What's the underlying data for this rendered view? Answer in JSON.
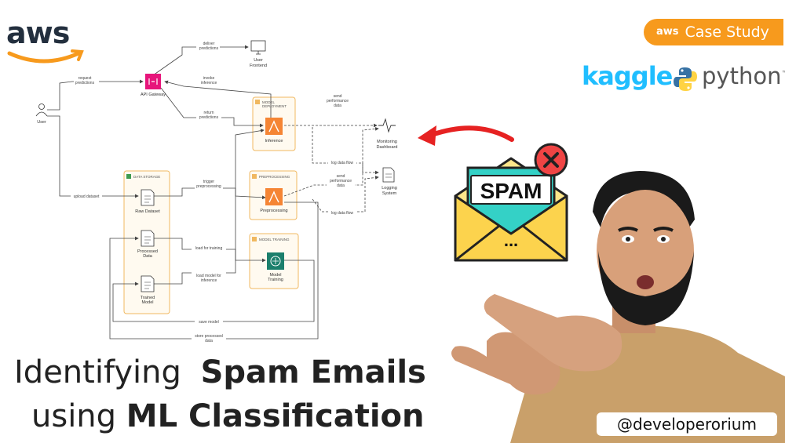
{
  "brand": {
    "aws_logo_text": "aws"
  },
  "badge": {
    "aws_text": "aws",
    "label": "Case Study",
    "color": "#f79a1d"
  },
  "tools": {
    "kaggle": "kaggle",
    "python": "python",
    "python_tm": "™"
  },
  "headline": {
    "line1_thin": "Identifying",
    "line1_bold": "Spam Emails",
    "line2_thin": "using",
    "line2_bold": "ML Classification"
  },
  "handle": "@developerorium",
  "illustration": {
    "spam_text": "SPAM",
    "dots": "..."
  },
  "diagram": {
    "nodes": {
      "user": "User",
      "user_frontend_1": "User",
      "user_frontend_2": "Frontend",
      "api_gateway": "API Gateway",
      "monitoring_1": "Monitoring",
      "monitoring_2": "Dashboard",
      "logging_1": "Logging",
      "logging_2": "System",
      "inference": "Inference",
      "preprocessing": "Preprocessing",
      "model_training_1": "Model",
      "model_training_2": "Training",
      "raw_dataset": "Raw Dataset",
      "processed_data_1": "Processed",
      "processed_data_2": "Data",
      "trained_model_1": "Trained",
      "trained_model_2": "Model"
    },
    "groups": {
      "model_deployment_1": "MODEL",
      "model_deployment_2": "DEPLOYMENT",
      "preprocessing": "PREPROCESSING",
      "model_training": "MODEL TRAINING",
      "data_storage": "DATA STORAGE"
    },
    "edges": {
      "deliver_1": "deliver",
      "deliver_2": "predictions",
      "request_1": "request",
      "request_2": "predictions",
      "invoke_1": "invoke",
      "invoke_2": "inference",
      "return_1": "return",
      "return_2": "predictions",
      "send_perf_1": "send",
      "send_perf_2": "performance",
      "send_perf_3": "data",
      "log_flow_1": "log data flow",
      "trigger_1": "trigger",
      "trigger_2": "preprocessing",
      "upload": "upload dataset",
      "send_perf2_1": "send",
      "send_perf2_2": "performance",
      "send_perf2_3": "data",
      "log_flow_2": "log data flow",
      "load_training": "load for training",
      "load_model_1": "load model for",
      "load_model_2": "inference",
      "save_model": "save model",
      "store_1": "store processed",
      "store_2": "data"
    },
    "colors": {
      "lambda": "#f58534",
      "gateway": "#e7157b",
      "sagemaker": "#1b7f6c",
      "group_border": "#f0b860",
      "group_fill": "#fffaf0"
    }
  }
}
